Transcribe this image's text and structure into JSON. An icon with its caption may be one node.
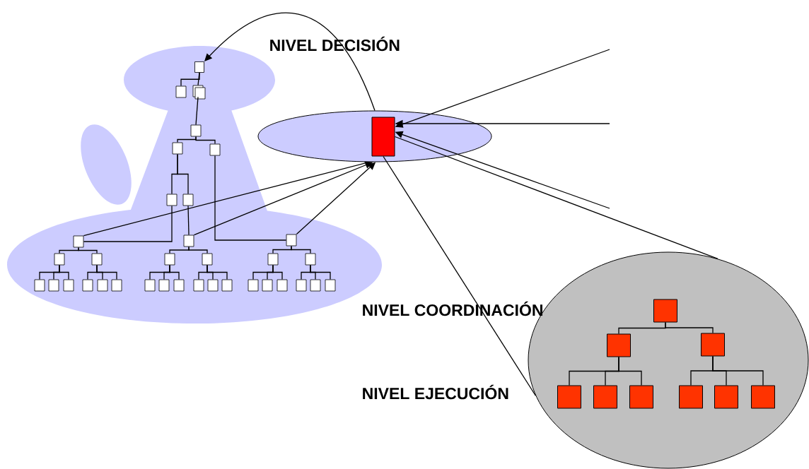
{
  "diagram": {
    "nodes": [
      {
        "text": [],
        "shape": "ellipse"
      },
      {
        "text": [],
        "shape": "box",
        "in": 0
      },
      {
        "text": [],
        "shape": "box"
      },
      {
        "text": [],
        "shape": "box"
      },
      {
        "text": [],
        "shape": "box"
      },
      {
        "text": [],
        "shape": "box"
      },
      {
        "text": [],
        "shape": "box"
      },
      {
        "text": [],
        "shape": "box"
      },
      {
        "text": [],
        "shape": "box"
      },
      {
        "text": [],
        "shape": "box"
      },
      {
        "text": [],
        "shape": "box"
      },
      {
        "text": [],
        "shape": "box"
      },
      {
        "text": [],
        "shape": "box"
      },
      {
        "text": [],
        "shape": "box"
      },
      {
        "text": [],
        "shape": "box"
      },
      {
        "text": [],
        "shape": "box"
      },
      {
        "text": [],
        "shape": "box"
      },
      {
        "text": [],
        "shape": "box"
      },
      {
        "text": [],
        "shape": "box"
      },
      {
        "text": [],
        "shape": "box"
      },
      {
        "text": [],
        "shape": "box"
      },
      {
        "text": [],
        "shape": "box"
      },
      {
        "text": [],
        "shape": "box"
      },
      {
        "text": [],
        "shape": "box"
      },
      {
        "text": [],
        "shape": "box"
      },
      {
        "text": [],
        "shape": "box"
      },
      {
        "text": [],
        "shape": "box"
      },
      {
        "text": [],
        "shape": "box"
      },
      {
        "text": [],
        "shape": "box"
      },
      {
        "text": [],
        "shape": "box"
      },
      {
        "text": [],
        "shape": "box"
      },
      {
        "text": [],
        "shape": "box"
      },
      {
        "text": [],
        "shape": "box"
      },
      {
        "text": [],
        "shape": "box"
      },
      {
        "text": [],
        "shape": "box"
      },
      {
        "text": [],
        "shape": "box"
      },
      {
        "text": [],
        "shape": "box"
      },
      {
        "text": [],
        "shape": "box"
      },
      {
        "text": [],
        "shape": "ellipse"
      },
      {
        "text": [],
        "shape": "box",
        "in": 38
      },
      {
        "text": [],
        "shape": "box",
        "in": 38
      },
      {
        "text": [],
        "shape": "box",
        "in": 38
      },
      {
        "text": [],
        "shape": "box",
        "in": 38
      },
      {
        "text": [],
        "shape": "box",
        "in": 38
      },
      {
        "text": [],
        "shape": "box",
        "in": 38
      },
      {
        "text": [],
        "shape": "box",
        "in": 38
      },
      {
        "text": [],
        "shape": "box",
        "in": 38
      },
      {
        "text": [],
        "shape": "box",
        "in": 38
      }
    ],
    "edges": [
      {
        "from": null,
        "to": 1,
        "arrow": "to"
      },
      {
        "from": null,
        "to": 1,
        "arrow": "to"
      },
      {
        "from": null,
        "to": 1,
        "arrow": "to"
      },
      {
        "from": 0,
        "to": 2,
        "arrow": "to"
      },
      {
        "from": 11,
        "to": 0,
        "arrow": "none"
      },
      {
        "from": 12,
        "to": 0,
        "arrow": "to"
      },
      {
        "from": 13,
        "to": 0,
        "arrow": "to"
      },
      {
        "from": 1,
        "to": 38,
        "arrow": "none"
      },
      {
        "from": 1,
        "to": 38,
        "arrow": "none"
      },
      {
        "from": 2,
        "to": 3,
        "arrow": "none"
      },
      {
        "from": 2,
        "to": 4,
        "arrow": "none"
      },
      {
        "from": 4,
        "to": 6,
        "arrow": "none"
      },
      {
        "from": 6,
        "to": 7,
        "arrow": "none"
      },
      {
        "from": 6,
        "to": 8,
        "arrow": "none"
      },
      {
        "from": 7,
        "to": 9,
        "arrow": "none"
      },
      {
        "from": 7,
        "to": 10,
        "arrow": "none"
      },
      {
        "from": 9,
        "to": 11,
        "arrow": "none"
      },
      {
        "from": 10,
        "to": 12,
        "arrow": "none"
      },
      {
        "from": 8,
        "to": 13,
        "arrow": "none"
      },
      {
        "from": 11,
        "to": 14,
        "arrow": "none"
      },
      {
        "from": 11,
        "to": 15,
        "arrow": "none"
      },
      {
        "from": 12,
        "to": 16,
        "arrow": "none"
      },
      {
        "from": 12,
        "to": 17,
        "arrow": "none"
      },
      {
        "from": 13,
        "to": 18,
        "arrow": "none"
      },
      {
        "from": 13,
        "to": 19,
        "arrow": "none"
      },
      {
        "from": 14,
        "to": 20,
        "arrow": "none"
      },
      {
        "from": 14,
        "to": 21,
        "arrow": "none"
      },
      {
        "from": 14,
        "to": 22,
        "arrow": "none"
      },
      {
        "from": 15,
        "to": 23,
        "arrow": "none"
      },
      {
        "from": 15,
        "to": 24,
        "arrow": "none"
      },
      {
        "from": 15,
        "to": 25,
        "arrow": "none"
      },
      {
        "from": 16,
        "to": 26,
        "arrow": "none"
      },
      {
        "from": 16,
        "to": 27,
        "arrow": "none"
      },
      {
        "from": 16,
        "to": 28,
        "arrow": "none"
      },
      {
        "from": 17,
        "to": 29,
        "arrow": "none"
      },
      {
        "from": 17,
        "to": 30,
        "arrow": "none"
      },
      {
        "from": 17,
        "to": 31,
        "arrow": "none"
      },
      {
        "from": 18,
        "to": 32,
        "arrow": "none"
      },
      {
        "from": 18,
        "to": 33,
        "arrow": "none"
      },
      {
        "from": 18,
        "to": 34,
        "arrow": "none"
      },
      {
        "from": 19,
        "to": 35,
        "arrow": "none"
      },
      {
        "from": 19,
        "to": 36,
        "arrow": "none"
      },
      {
        "from": 19,
        "to": 37,
        "arrow": "none"
      },
      {
        "from": 39,
        "to": 40,
        "arrow": "none"
      },
      {
        "from": 39,
        "to": 41,
        "arrow": "none"
      },
      {
        "from": 40,
        "to": 42,
        "arrow": "none"
      },
      {
        "from": 40,
        "to": 43,
        "arrow": "none"
      },
      {
        "from": 40,
        "to": 44,
        "arrow": "none"
      },
      {
        "from": 41,
        "to": 45,
        "arrow": "none"
      },
      {
        "from": 41,
        "to": 46,
        "arrow": "none"
      },
      {
        "from": 41,
        "to": 47,
        "arrow": "none"
      }
    ],
    "labels": [
      "NIVEL DECISIÓN",
      "NIVEL COORDINACIÓN",
      "NIVEL EJECUCIÓN"
    ]
  }
}
